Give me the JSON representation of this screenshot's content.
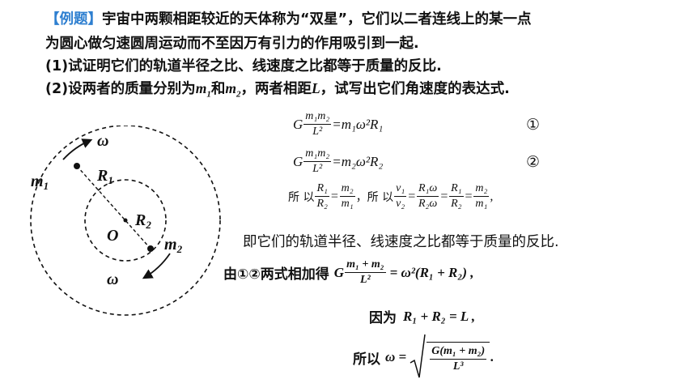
{
  "problem": {
    "tag": "【例题】",
    "line1_rest": "宇宙中两颗相距较近的天体称为“双星”，它们以二者连线上的某一点",
    "line2": "为圆心做匀速圆周运动而不至因万有引力的作用吸引到一起.",
    "line3": "(1)试证明它们的轨道半径之比、线速度之比都等于质量的反比.",
    "line4_a": "(2)设两者的质量分别为",
    "line4_m1": "m",
    "line4_sub1": "1",
    "line4_and": "和",
    "line4_m2": "m",
    "line4_sub2": "2",
    "line4_b": "，两者相距",
    "line4_L": "L",
    "line4_c": "，试写出它们角速度的表达式."
  },
  "diagram": {
    "label_omega_top": "ω",
    "label_m1": "m",
    "label_m1_sub": "1",
    "label_R1": "R",
    "label_R1_sub": "1",
    "label_R2": "R",
    "label_R2_sub": "2",
    "label_O": "O",
    "label_m2": "m",
    "label_m2_sub": "2",
    "label_omega_bottom": "ω"
  },
  "eq1": {
    "G": "G",
    "num": "m₁m₂",
    "den": "L²",
    "rhs": "=m₁ω²R₁",
    "marker": "①"
  },
  "eq2": {
    "G": "G",
    "num": "m₁m₂",
    "den": "L²",
    "rhs": "=m₂ω²R₂",
    "marker": "②"
  },
  "eq3": {
    "so1": "所 以",
    "f1_num": "R₁",
    "f1_den": "R₂",
    "eq_a": "=",
    "f2_num": "m₂",
    "f2_den": "m₁",
    "comma1": "，",
    "so2": "所 以",
    "f3_num": "v₁",
    "f3_den": "v₂",
    "eq_b": "=",
    "f4_num": "R₁ω",
    "f4_den": "R₂ω",
    "eq_c": "=",
    "f5_num": "R₁",
    "f5_den": "R₂",
    "eq_d": "=",
    "f6_num": "m₂",
    "f6_den": "m₁",
    "comma2": ","
  },
  "conclusion": "即它们的轨道半径、线速度之比都等于质量的反比.",
  "sum_line": {
    "prefix": "由①②两式相加得",
    "G": "G",
    "num": "m₁ + m₂",
    "den": "L²",
    "rhs": "= ω²(R₁ + R₂) ,"
  },
  "because_line": {
    "prefix": "因为",
    "expr": "R₁ + R₂ = L ,"
  },
  "result_line": {
    "prefix": "所以",
    "omega": "ω =",
    "num": "G(m₁ + m₂)",
    "den": "L³",
    "end": "."
  }
}
